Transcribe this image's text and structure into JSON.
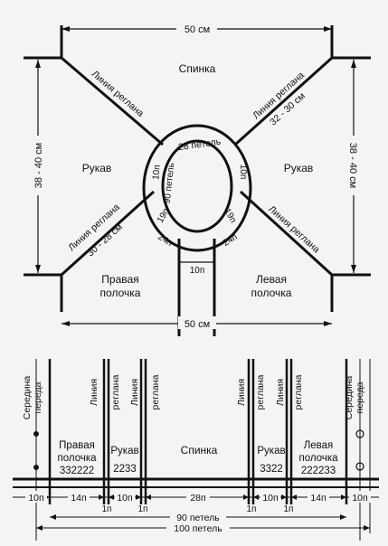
{
  "top": {
    "width_top": "50 см",
    "width_bottom": "50 см",
    "back": "Спинка",
    "sleeve_left": "Рукав",
    "sleeve_right": "Рукав",
    "front_right": [
      "Правая",
      "полочка"
    ],
    "front_left": [
      "Левая",
      "полочка"
    ],
    "raglan_line": "Линия реглана",
    "raglan_ul_size": "",
    "raglan_ur_size": "32 - 30 см",
    "raglan_ll_size": "30 - 28 см",
    "raglan_lr_size": "",
    "height_left": "38 - 40 см",
    "height_right": "38 - 40 см",
    "neck_top": "28 петель",
    "neck_side_a": "10п",
    "neck_side_b": "90 петель",
    "neck_side_right": "10п",
    "neck_19_left": "19п",
    "neck_19_right": "19п",
    "neck_24_left": "24п",
    "neck_24_right": "24п",
    "placket": "10п"
  },
  "bottom": {
    "col_labels": {
      "center_front_left": [
        "Середина",
        "переда"
      ],
      "raglan_1": [
        "Линия",
        "реглана"
      ],
      "raglan_2": [
        "Линия",
        "реглана"
      ],
      "raglan_3": [
        "Линия",
        "реглана"
      ],
      "raglan_4": [
        "Линия",
        "реглана"
      ],
      "center_front_right": [
        "Середина",
        "переда"
      ]
    },
    "pieces": {
      "right_front": [
        "Правая",
        "полочка",
        "332222"
      ],
      "sleeve_left": [
        "Рукав",
        "2233"
      ],
      "back": "Спинка",
      "sleeve_right": [
        "Рукав",
        "3322"
      ],
      "left_front": [
        "Левая",
        "полочка",
        "222233"
      ]
    },
    "segments": [
      "10п",
      "14п",
      "10п",
      "28п",
      "10п",
      "14п",
      "10п"
    ],
    "ones": [
      "1п",
      "1п",
      "1п",
      "1п"
    ],
    "total_90": "90 петель",
    "total_100": "100 петель"
  }
}
